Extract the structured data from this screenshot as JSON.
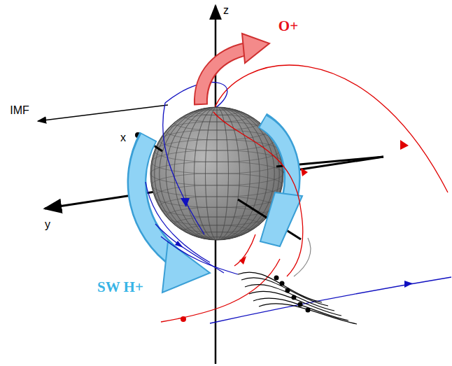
{
  "diagram": {
    "labels": [
      "z",
      "O+",
      "IMF",
      "x",
      "y",
      "SW H+"
    ]
  }
}
